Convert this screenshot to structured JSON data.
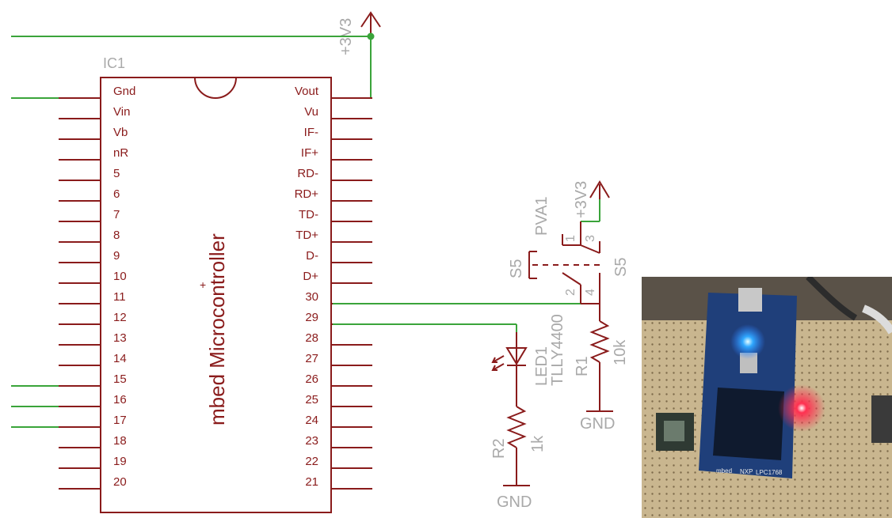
{
  "ic": {
    "name": "IC1",
    "title": "mbed Microcontroller",
    "left_pins": [
      "Gnd",
      "Vin",
      "Vb",
      "nR",
      "5",
      "6",
      "7",
      "8",
      "9",
      "10",
      "11",
      "12",
      "13",
      "14",
      "15",
      "16",
      "17",
      "18",
      "19",
      "20"
    ],
    "right_pins": [
      "Vout",
      "Vu",
      "IF-",
      "IF+",
      "RD-",
      "RD+",
      "TD-",
      "TD+",
      "D-",
      "D+",
      "30",
      "29",
      "28",
      "27",
      "26",
      "25",
      "24",
      "23",
      "22",
      "21"
    ]
  },
  "supply_top": {
    "label": "+3V3"
  },
  "switch": {
    "name": "PVA1",
    "ref_left": "S5",
    "ref_right": "S5",
    "supply": "+3V3",
    "pins": [
      "1",
      "3",
      "2",
      "4"
    ]
  },
  "resistor_r1": {
    "name": "R1",
    "value": "10k",
    "gnd": "GND"
  },
  "led": {
    "name": "LED1",
    "part": "TLLY4400"
  },
  "resistor_r2": {
    "name": "R2",
    "value": "1k",
    "gnd": "GND"
  },
  "photo": {
    "board_labels": [
      "mbed",
      "NXP",
      "LPC1768"
    ]
  },
  "colors": {
    "outline": "#8a1b1b",
    "wire": "#3aa43a",
    "junction": "#3aa43a",
    "label": "#a9a9a9"
  }
}
